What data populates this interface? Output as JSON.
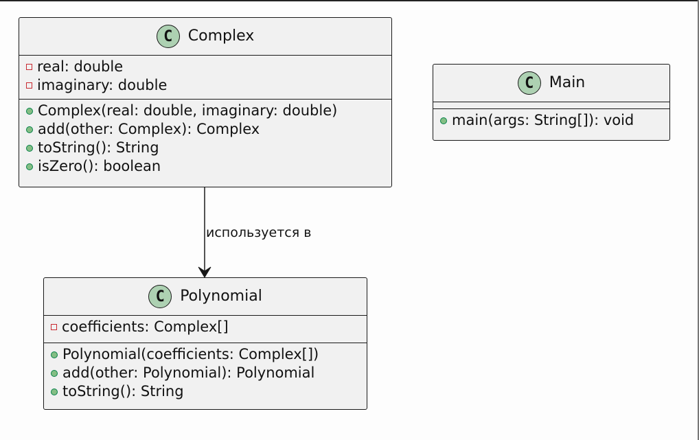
{
  "classes": {
    "complex": {
      "name": "Complex",
      "spot": "C",
      "fields": [
        {
          "visibility": "private",
          "text": "real: double"
        },
        {
          "visibility": "private",
          "text": "imaginary: double"
        }
      ],
      "methods": [
        {
          "visibility": "public",
          "text": "Complex(real: double, imaginary: double)"
        },
        {
          "visibility": "public",
          "text": "add(other: Complex): Complex"
        },
        {
          "visibility": "public",
          "text": "toString(): String"
        },
        {
          "visibility": "public",
          "text": "isZero(): boolean"
        }
      ]
    },
    "main": {
      "name": "Main",
      "spot": "C",
      "fields": [],
      "methods": [
        {
          "visibility": "public",
          "text": "main(args: String[]): void"
        }
      ]
    },
    "polynomial": {
      "name": "Polynomial",
      "spot": "C",
      "fields": [
        {
          "visibility": "private",
          "text": "coefficients: Complex[]"
        }
      ],
      "methods": [
        {
          "visibility": "public",
          "text": "Polynomial(coefficients: Complex[])"
        },
        {
          "visibility": "public",
          "text": "add(other: Polynomial): Polynomial"
        },
        {
          "visibility": "public",
          "text": "toString(): String"
        }
      ]
    }
  },
  "relations": [
    {
      "from": "Complex",
      "to": "Polynomial",
      "label": "используется в",
      "arrow": "open"
    }
  ],
  "colors": {
    "class_fill": "#f1f1f1",
    "class_border": "#181818",
    "spot_fill": "#add1b2",
    "private_marker": "#c82930",
    "public_marker": "#84be84"
  }
}
